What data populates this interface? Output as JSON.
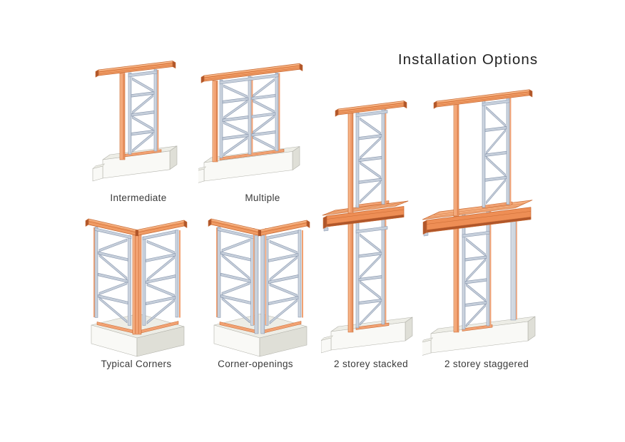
{
  "title": "Installation Options",
  "figures": [
    {
      "id": "intermediate",
      "label": "Intermediate"
    },
    {
      "id": "multiple",
      "label": "Multiple"
    },
    {
      "id": "typical-corners",
      "label": "Typical Corners"
    },
    {
      "id": "corner-openings",
      "label": "Corner-openings"
    },
    {
      "id": "two-storey-stacked",
      "label": "2 storey stacked"
    },
    {
      "id": "two-storey-staggered",
      "label": "2 storey staggered"
    }
  ],
  "colors": {
    "background": "#FFFFFF",
    "orange": "#F2A273",
    "orange_light": "#F9C49A",
    "orange_beam": "#F09B64",
    "orange_dark": "#C96A33",
    "orange_deep": "#B0562A",
    "slab_top": "#F5AE7E",
    "fascia": "#EE8E55",
    "steel": "#C6CFDB",
    "steel_light": "#DDE3EA",
    "steel_dark": "#8795AC",
    "gray_post": "#CFD7E0",
    "concrete_top": "#EDEDE6",
    "concrete_front": "#F9F9F6",
    "concrete_side": "#DFDFD7",
    "concrete_line": "#B2B2AA",
    "text": "#3A3A3A"
  }
}
